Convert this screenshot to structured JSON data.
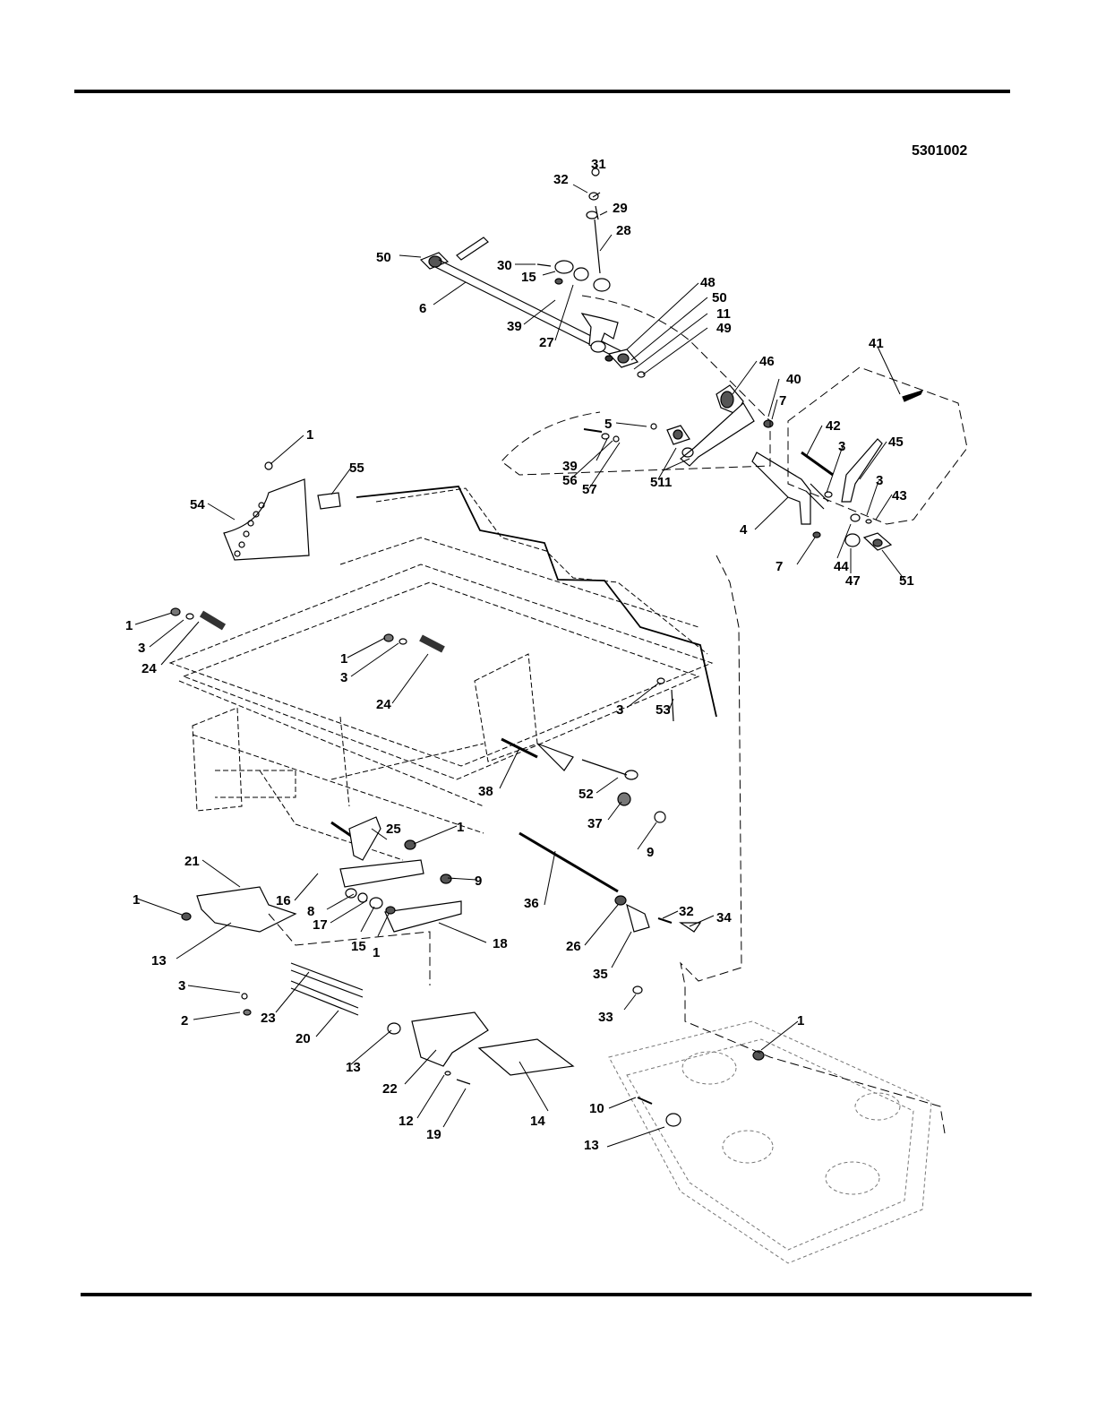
{
  "diagram_code": "5301002",
  "callouts": [
    {
      "id": "c31",
      "text": "31"
    },
    {
      "id": "c32a",
      "text": "32"
    },
    {
      "id": "c29",
      "text": "29"
    },
    {
      "id": "c28",
      "text": "28"
    },
    {
      "id": "c50a",
      "text": "50"
    },
    {
      "id": "c30",
      "text": "30"
    },
    {
      "id": "c15a",
      "text": "15"
    },
    {
      "id": "c6",
      "text": "6"
    },
    {
      "id": "c39a",
      "text": "39"
    },
    {
      "id": "c27",
      "text": "27"
    },
    {
      "id": "c48",
      "text": "48"
    },
    {
      "id": "c50b",
      "text": "50"
    },
    {
      "id": "c11",
      "text": "11"
    },
    {
      "id": "c49",
      "text": "49"
    },
    {
      "id": "c41",
      "text": "41"
    },
    {
      "id": "c46",
      "text": "46"
    },
    {
      "id": "c40",
      "text": "40"
    },
    {
      "id": "c7a",
      "text": "7"
    },
    {
      "id": "c42",
      "text": "42"
    },
    {
      "id": "c5",
      "text": "5"
    },
    {
      "id": "c45",
      "text": "45"
    },
    {
      "id": "c3a",
      "text": "3"
    },
    {
      "id": "c39b",
      "text": "39"
    },
    {
      "id": "c51a",
      "text": "51"
    },
    {
      "id": "c1a",
      "text": "1"
    },
    {
      "id": "c3b",
      "text": "3"
    },
    {
      "id": "c43",
      "text": "43"
    },
    {
      "id": "c56",
      "text": "56"
    },
    {
      "id": "c57",
      "text": "57"
    },
    {
      "id": "c4",
      "text": "4"
    },
    {
      "id": "c7b",
      "text": "7"
    },
    {
      "id": "c44",
      "text": "44"
    },
    {
      "id": "c47",
      "text": "47"
    },
    {
      "id": "c51b",
      "text": "51"
    },
    {
      "id": "c1b",
      "text": "1"
    },
    {
      "id": "c55",
      "text": "55"
    },
    {
      "id": "c54",
      "text": "54"
    },
    {
      "id": "c1c",
      "text": "1"
    },
    {
      "id": "c3c",
      "text": "3"
    },
    {
      "id": "c24a",
      "text": "24"
    },
    {
      "id": "c1d",
      "text": "1"
    },
    {
      "id": "c3d",
      "text": "3"
    },
    {
      "id": "c24b",
      "text": "24"
    },
    {
      "id": "c3e",
      "text": "3"
    },
    {
      "id": "c53",
      "text": "53"
    },
    {
      "id": "c38",
      "text": "38"
    },
    {
      "id": "c52",
      "text": "52"
    },
    {
      "id": "c37",
      "text": "37"
    },
    {
      "id": "c9a",
      "text": "9"
    },
    {
      "id": "c25",
      "text": "25"
    },
    {
      "id": "c1e",
      "text": "1"
    },
    {
      "id": "c21",
      "text": "21"
    },
    {
      "id": "c9b",
      "text": "9"
    },
    {
      "id": "c36",
      "text": "36"
    },
    {
      "id": "c32b",
      "text": "32"
    },
    {
      "id": "c34",
      "text": "34"
    },
    {
      "id": "c16",
      "text": "16"
    },
    {
      "id": "c1f",
      "text": "1"
    },
    {
      "id": "c8",
      "text": "8"
    },
    {
      "id": "c17",
      "text": "17"
    },
    {
      "id": "c18",
      "text": "18"
    },
    {
      "id": "c15b",
      "text": "15"
    },
    {
      "id": "c1g",
      "text": "1"
    },
    {
      "id": "c26",
      "text": "26"
    },
    {
      "id": "c13a",
      "text": "13"
    },
    {
      "id": "c35",
      "text": "35"
    },
    {
      "id": "c3f",
      "text": "3"
    },
    {
      "id": "c33",
      "text": "33"
    },
    {
      "id": "c2",
      "text": "2"
    },
    {
      "id": "c23",
      "text": "23"
    },
    {
      "id": "c20",
      "text": "20"
    },
    {
      "id": "c1h",
      "text": "1"
    },
    {
      "id": "c13b",
      "text": "13"
    },
    {
      "id": "c22",
      "text": "22"
    },
    {
      "id": "c14",
      "text": "14"
    },
    {
      "id": "c10",
      "text": "10"
    },
    {
      "id": "c12",
      "text": "12"
    },
    {
      "id": "c19",
      "text": "19"
    },
    {
      "id": "c13c",
      "text": "13"
    }
  ]
}
